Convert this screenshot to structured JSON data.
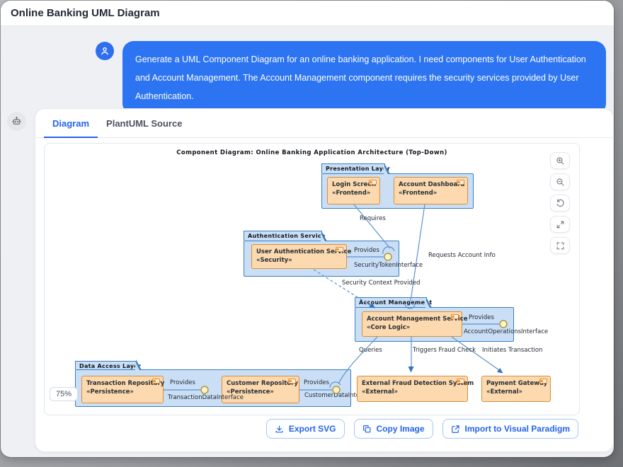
{
  "window": {
    "title": "Online Banking UML Diagram"
  },
  "chat": {
    "user_message": "Generate a UML Component Diagram for an online banking application. I need components for User Authentication and Account Management. The Account Management component requires the security services provided by User Authentication."
  },
  "tabs": {
    "diagram": "Diagram",
    "source": "PlantUML Source"
  },
  "diagram": {
    "title": "Component Diagram: Online Banking Application Architecture (Top-Down)",
    "zoom_level": "75%",
    "packages": {
      "presentation": "Presentation Layer",
      "authentication": "Authentication Service",
      "account": "Account Management",
      "data_access": "Data Access Layer"
    },
    "components": {
      "login": {
        "name": "Login Screen",
        "stereotype": "«Frontend»"
      },
      "dashboard": {
        "name": "Account Dashboard",
        "stereotype": "«Frontend»"
      },
      "auth_service": {
        "name": "User Authentication Service",
        "stereotype": "«Security»"
      },
      "account_service": {
        "name": "Account Management Service",
        "stereotype": "«Core Logic»"
      },
      "transaction_repo": {
        "name": "Transaction Repository",
        "stereotype": "«Persistence»"
      },
      "customer_repo": {
        "name": "Customer Repository",
        "stereotype": "«Persistence»"
      },
      "fraud": {
        "name": "External Fraud Detection System",
        "stereotype": "«External»"
      },
      "payment": {
        "name": "Payment Gateway",
        "stereotype": "«External»"
      }
    },
    "interfaces": {
      "security_token": {
        "provides": "Provides",
        "name": "SecurityTokenInterface"
      },
      "account_ops": {
        "provides": "Provides",
        "name": "AccountOperationsInterface"
      },
      "transaction_data": {
        "provides": "Provides",
        "name": "TransactionDataInterface"
      },
      "customer_data": {
        "provides": "Provides",
        "name": "CustomerDataInterface"
      }
    },
    "links": {
      "requires": "Requires",
      "requests_account_info": "Requests Account Info",
      "security_context": "Security Context Provided",
      "queries": "Queries",
      "triggers_fraud": "Triggers Fraud Check",
      "initiates_txn": "Initiates Transaction"
    }
  },
  "footer": {
    "export_svg": "Export SVG",
    "copy_image": "Copy Image",
    "import_vp": "Import to Visual Paradigm"
  },
  "icons": {
    "user-avatar": "person-icon",
    "bot-avatar": "robot-icon",
    "zoom_controls": [
      "zoom-in-icon",
      "zoom-out-icon",
      "reset-view-icon",
      "expand-icon",
      "fullscreen-icon"
    ],
    "footer": [
      "download-icon",
      "copy-icon",
      "external-link-icon"
    ]
  },
  "colors": {
    "bubble": "#2c74f2",
    "tab_active": "#2563eb",
    "package_fill": "#cadff6",
    "package_border": "#3a7fc2",
    "component_fill": "#fcd9ae",
    "component_border": "#d98e3a",
    "line": "#5b92cf",
    "arrow": "#2f73be",
    "lollipop_fill": "#fcf2c6",
    "lollipop_border": "#a58e2a"
  }
}
